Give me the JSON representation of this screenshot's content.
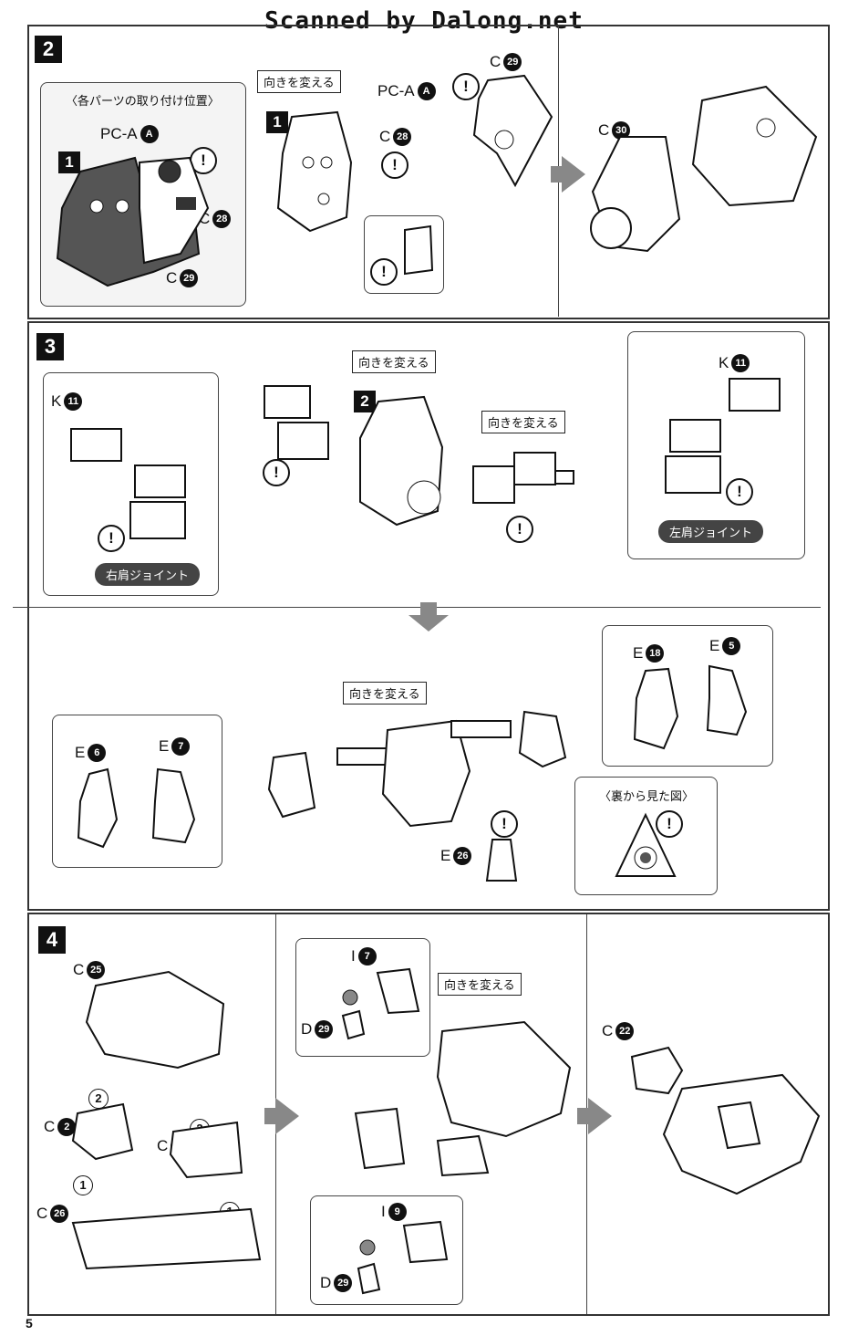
{
  "header": {
    "title": "Scanned by Dalong.net"
  },
  "page_number": "5",
  "labels": {
    "change_orientation": "向きを変える",
    "attach_positions": "〈各パーツの取り付け位置〉",
    "view_from_back": "〈裏から見た図〉",
    "right_shoulder_joint": "右肩ジョイント",
    "left_shoulder_joint": "左肩ジョイント",
    "warning_mark": "!"
  },
  "step2": {
    "number": "2",
    "sub1": "1",
    "parts": {
      "pca_letter": "PC-A",
      "pca_num": "A",
      "c28_letter": "C",
      "c28_num": "28",
      "c29_letter": "C",
      "c29_num": "29",
      "c30_letter": "C",
      "c30_num": "30"
    }
  },
  "step3": {
    "number": "3",
    "sub2": "2",
    "parts": {
      "k11_letter": "K",
      "k11_num": "11",
      "e18_letter": "E",
      "e18_num": "18",
      "e5_letter": "E",
      "e5_num": "5",
      "e6_letter": "E",
      "e6_num": "6",
      "e7_letter": "E",
      "e7_num": "7",
      "e26_letter": "E",
      "e26_num": "26"
    }
  },
  "step4": {
    "number": "4",
    "order_1": "1",
    "order_2": "2",
    "parts": {
      "c25_letter": "C",
      "c25_num": "25",
      "c2_letter": "C",
      "c2_num": "2",
      "c3_letter": "C",
      "c3_num": "3",
      "c26_letter": "C",
      "c26_num": "26",
      "i7_letter": "I",
      "i7_num": "7",
      "i9_letter": "I",
      "i9_num": "9",
      "d29_letter": "D",
      "d29_num": "29",
      "c22_letter": "C",
      "c22_num": "22"
    }
  }
}
